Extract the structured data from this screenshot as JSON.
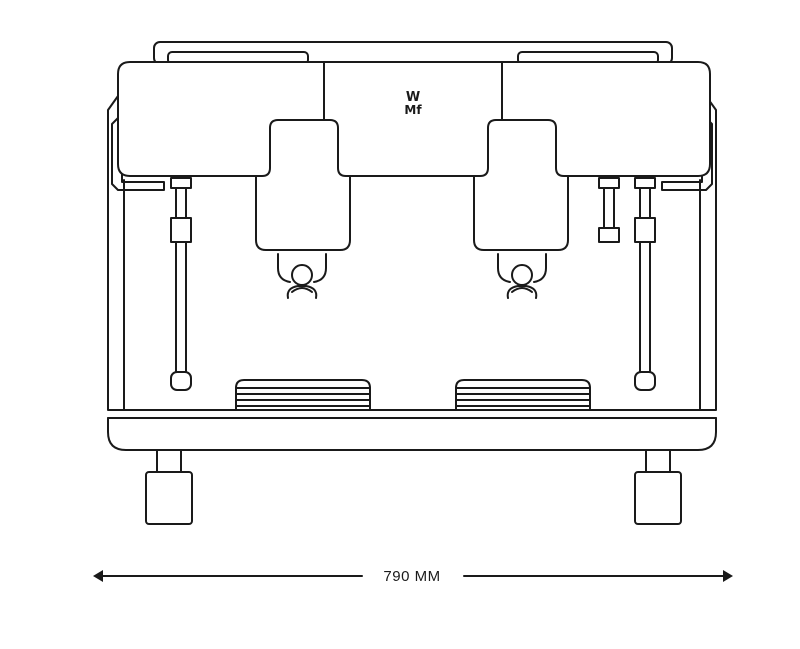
{
  "brand": {
    "line1": "W",
    "line2": "Mf"
  },
  "dimension": {
    "width_label": "790 MM"
  },
  "colors": {
    "stroke": "#1a1a1a",
    "background": "#ffffff"
  }
}
